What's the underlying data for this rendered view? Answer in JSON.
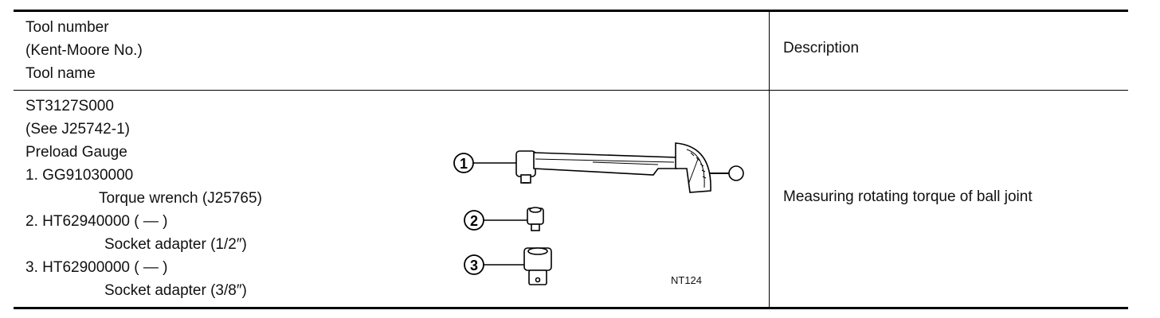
{
  "header": {
    "left_lines": [
      "Tool number",
      "(Kent-Moore No.)",
      "Tool name"
    ],
    "right": "Description"
  },
  "row": {
    "lines": [
      "ST3127S000",
      "(See J25742-1)",
      "Preload Gauge",
      "1. GG91030000",
      "Torque wrench (J25765)",
      "2. HT62940000 ( — )",
      "Socket adapter (1/2″)",
      "3. HT62900000 ( — )",
      "Socket adapter (3/8″)"
    ],
    "description": "Measuring rotating torque of ball joint",
    "figure": {
      "callouts": [
        "1",
        "2",
        "3"
      ],
      "code": "NT124",
      "icons": [
        "torque-wrench-icon",
        "small-socket-adapter-icon",
        "large-socket-adapter-icon"
      ]
    }
  }
}
